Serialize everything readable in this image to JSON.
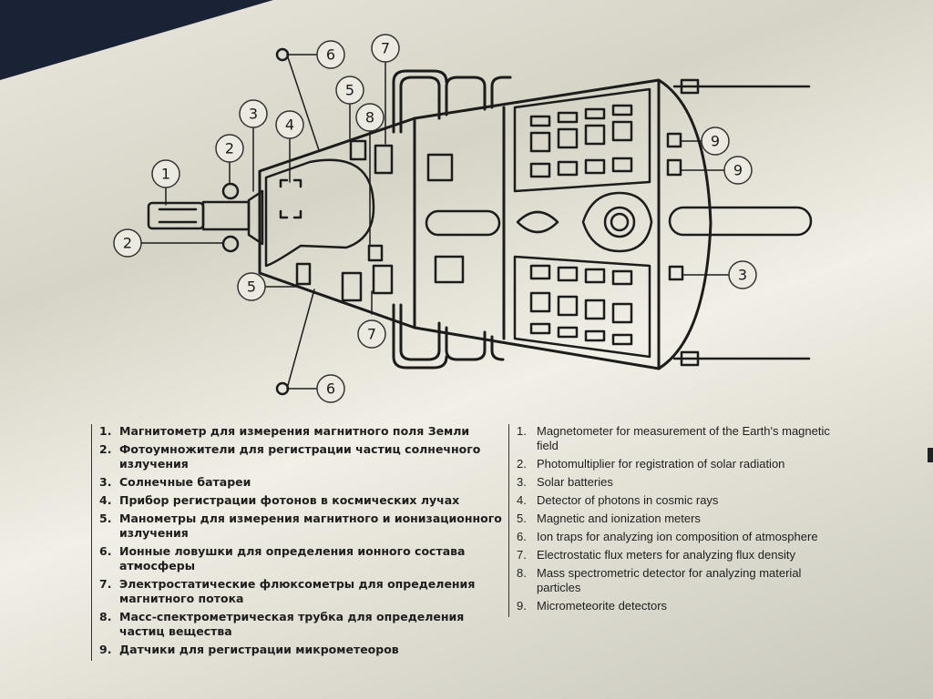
{
  "diagram": {
    "callouts": [
      "1",
      "2",
      "3",
      "4",
      "5",
      "6",
      "7",
      "8",
      "9"
    ]
  },
  "legend_ru": [
    {
      "num": "1.",
      "text": "Магнитометр для измерения магнитного поля Земли"
    },
    {
      "num": "2.",
      "text": "Фотоумножители для регистрации частиц солнечного излучения"
    },
    {
      "num": "3.",
      "text": "Солнечные батареи"
    },
    {
      "num": "4.",
      "text": "Прибор регистрации фотонов в космических лучах"
    },
    {
      "num": "5.",
      "text": "Манометры для измерения магнитного и ионизационного излучения"
    },
    {
      "num": "6.",
      "text": "Ионные ловушки для определения ионного состава атмосферы"
    },
    {
      "num": "7.",
      "text": "Электростатические флюксометры для определения магнитного потока"
    },
    {
      "num": "8.",
      "text": "Масс-спектрометрическая трубка для определения частиц вещества"
    },
    {
      "num": "9.",
      "text": "Датчики для регистрации микрометеоров"
    }
  ],
  "legend_en": [
    {
      "num": "1.",
      "text": "Magnetometer for measurement of the Earth's magnetic field"
    },
    {
      "num": "2.",
      "text": "Photomultiplier for registration of solar radiation"
    },
    {
      "num": "3.",
      "text": "Solar batteries"
    },
    {
      "num": "4.",
      "text": "Detector of photons in cosmic rays"
    },
    {
      "num": "5.",
      "text": "Magnetic and ionization meters"
    },
    {
      "num": "6.",
      "text": "Ion traps for analyzing ion composition of atmosphere"
    },
    {
      "num": "7.",
      "text": "Electrostatic flux meters for analyzing flux density"
    },
    {
      "num": "8.",
      "text": "Mass spectrometric detector for analyzing material particles"
    },
    {
      "num": "9.",
      "text": "Micrometeorite detectors"
    }
  ]
}
